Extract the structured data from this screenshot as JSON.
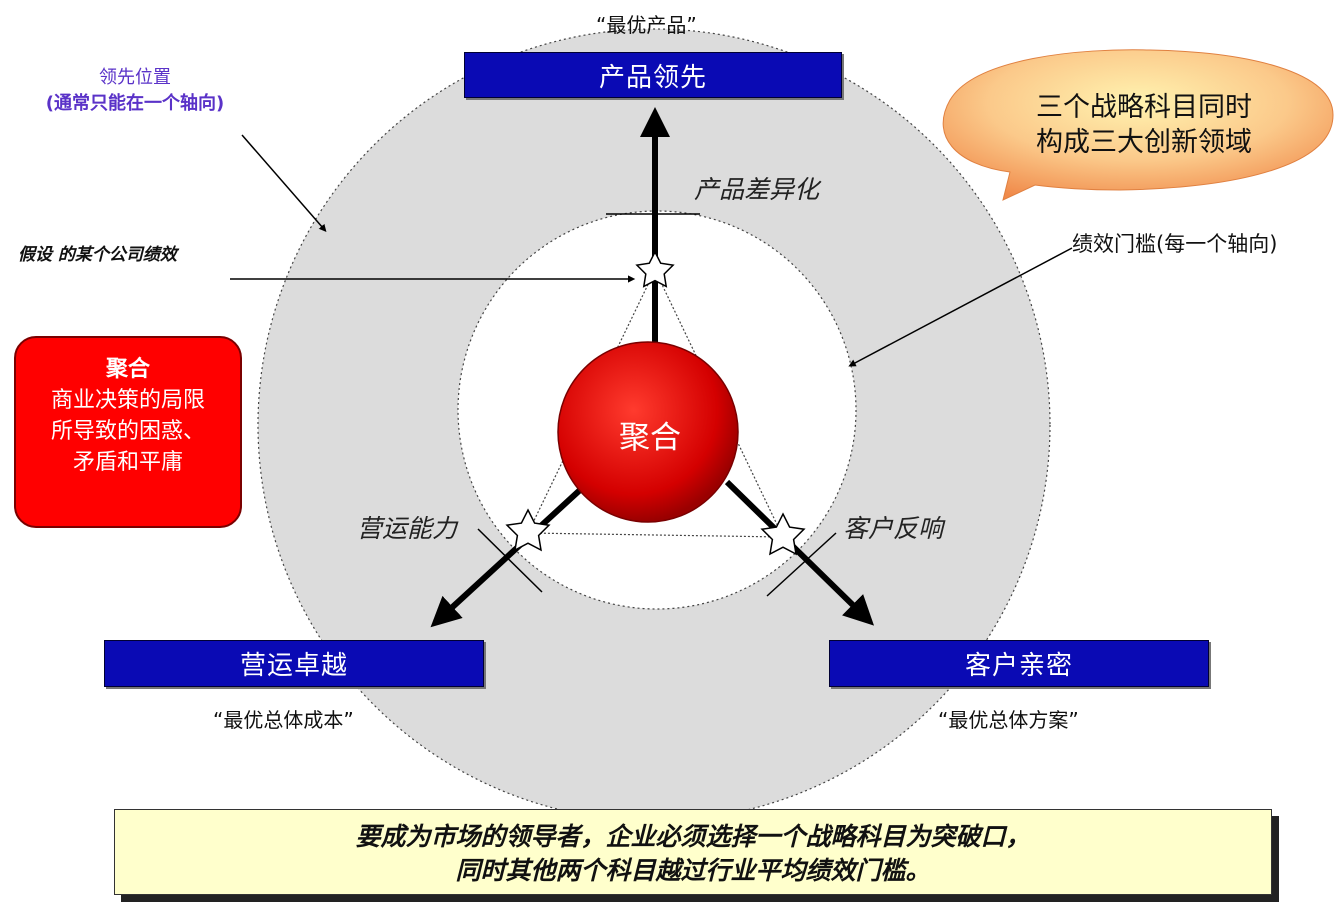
{
  "top_quote": "“最优产品”",
  "axes": {
    "product": {
      "box": "产品领先",
      "label": "产品差异化"
    },
    "operations": {
      "box": "营运卓越",
      "label": "营运能力",
      "quote": "“最优总体成本”"
    },
    "customer": {
      "box": "客户亲密",
      "label": "客户反响",
      "quote": "“最优总体方案”"
    }
  },
  "leadership_note": {
    "line1": "领先位置",
    "line2": "(通常只能在一个轴向)"
  },
  "hypothesis": "假设 的某个公司绩效",
  "threshold_note": "绩效门槛(每一个轴向)",
  "convergence_box": {
    "title": "聚合",
    "lines": [
      "商业决策的局限",
      "所导致的困惑、",
      "矛盾和平庸"
    ]
  },
  "center_label": "聚合",
  "bubble": {
    "line1": "三个战略科目同时",
    "line2": "构成三大创新领域"
  },
  "banner": {
    "line1": "要成为市场的领导者，企业必须选择一个战略科目为突破口，",
    "line2": "同时其他两个科目越过行业平均绩效门槛。"
  },
  "colors": {
    "axis_box": "#0a0ab4",
    "ring": "#dcdcdc",
    "center": "#dd0000",
    "callout": "#ff0000",
    "bubble": "#f7a86a",
    "banner": "#ffffcc",
    "note": "#5a32c8"
  }
}
